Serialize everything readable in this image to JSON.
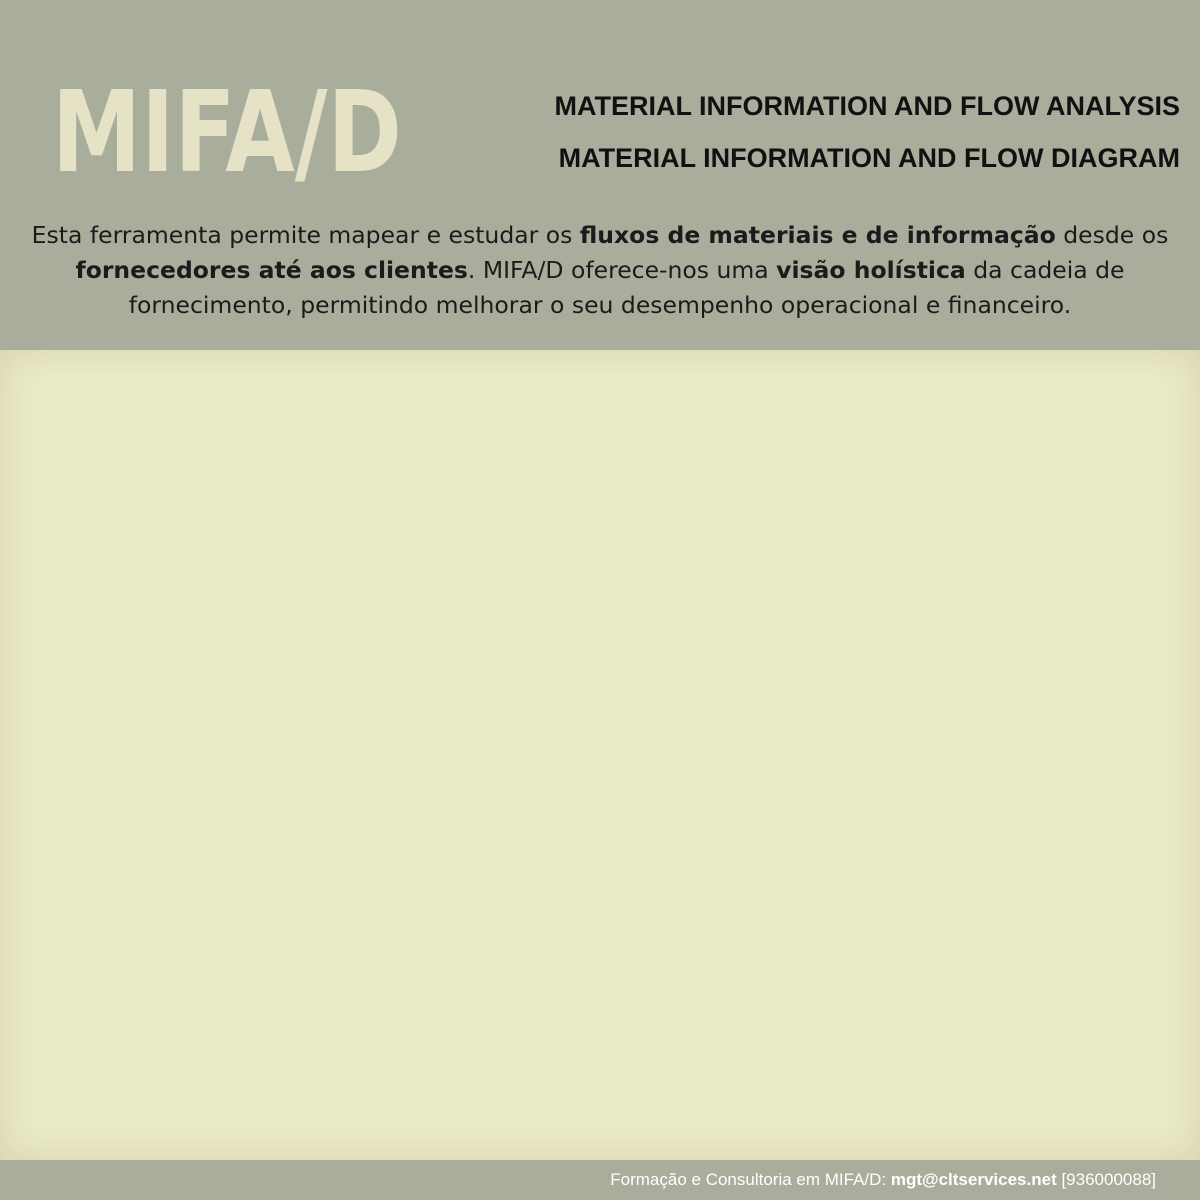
{
  "header": {
    "logo": "MIFA/D",
    "subtitle_1": "MATERIAL INFORMATION AND FLOW ANALYSIS",
    "subtitle_2": "MATERIAL INFORMATION AND FLOW DIAGRAM"
  },
  "description": {
    "part_1": "Esta ferramenta permite mapear e estudar os ",
    "bold_1": "fluxos de materiais e de informação",
    "part_2": " desde os ",
    "bold_2": "fornecedores até aos clientes",
    "part_3": ". MIFA/D oferece-nos uma ",
    "bold_3": "visão holística",
    "part_4": " da cadeia de fornecimento, permitindo melhorar o seu desempenho operacional e financeiro."
  },
  "colors": {
    "header_bg": "#a9ad9c",
    "logo": "#e6e2c6",
    "paper": "#ecebc7"
  },
  "footer": {
    "text": "Formação e Consultoria em MIFA/D: ",
    "email": "mgt@cltservices.net",
    "phone": " [936000088]"
  }
}
